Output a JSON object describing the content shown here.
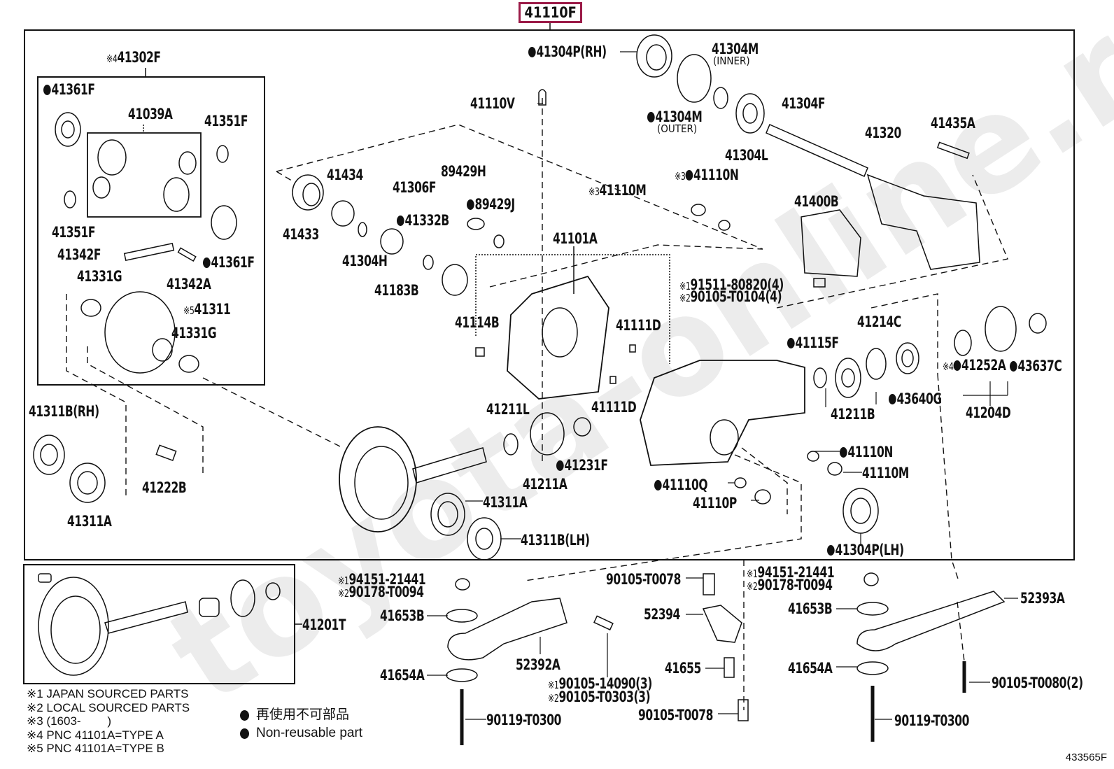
{
  "diagram": {
    "title_part": "41110F",
    "figure_code": "433565F",
    "watermark": "toyota-online.ru"
  },
  "labels": {
    "p41302F": {
      "note": "※4",
      "text": "41302F"
    },
    "p41361F_top": {
      "dot": true,
      "text": "41361F"
    },
    "p41039A": {
      "text": "41039A"
    },
    "p41351F_top": {
      "text": "41351F"
    },
    "p41351F_bot": {
      "text": "41351F"
    },
    "p41342F": {
      "text": "41342F"
    },
    "p41361F_bot": {
      "dot": true,
      "text": "41361F"
    },
    "p41342A": {
      "text": "41342A"
    },
    "p41331G_top": {
      "text": "41331G"
    },
    "p41311": {
      "note": "※5",
      "text": "41311"
    },
    "p41331G_bot": {
      "text": "41331G"
    },
    "p41311B_RH": {
      "text": "41311B(RH)"
    },
    "p41311A_left": {
      "text": "41311A"
    },
    "p41222B": {
      "text": "41222B"
    },
    "p41304P_RH": {
      "dot": true,
      "text": "41304P(RH)"
    },
    "p41304M_inner": {
      "text": "41304M",
      "sub": "(INNER)"
    },
    "p41304M_outer": {
      "dot": true,
      "text": "41304M",
      "sub": "(OUTER)"
    },
    "p41110V": {
      "text": "41110V"
    },
    "p41304F": {
      "text": "41304F"
    },
    "p41304L": {
      "text": "41304L"
    },
    "p41320": {
      "text": "41320"
    },
    "p41435A": {
      "text": "41435A"
    },
    "p41110N_top": {
      "note": "※3",
      "dot": true,
      "text": "41110N"
    },
    "p41110M_top": {
      "note": "※3",
      "text": "41110M"
    },
    "p41400B": {
      "text": "41400B"
    },
    "p41434": {
      "text": "41434"
    },
    "p41433": {
      "text": "41433"
    },
    "p41306F": {
      "text": "41306F"
    },
    "p89429H": {
      "text": "89429H"
    },
    "p89429J": {
      "dot": true,
      "text": "89429J"
    },
    "p41332B": {
      "dot": true,
      "text": "41332B"
    },
    "p41304H": {
      "text": "41304H"
    },
    "p41183B": {
      "text": "41183B"
    },
    "p41101A": {
      "text": "41101A"
    },
    "p91511": {
      "note": "※1",
      "text": "91511-80820(4)"
    },
    "p90105_T0104": {
      "note": "※2",
      "text": "90105-T0104(4)"
    },
    "p41114B": {
      "text": "41114B"
    },
    "p41111D_top": {
      "text": "41111D"
    },
    "p41111D_bot": {
      "text": "41111D"
    },
    "p41214C": {
      "text": "41214C"
    },
    "p41115F": {
      "dot": true,
      "text": "41115F"
    },
    "p41211B": {
      "text": "41211B"
    },
    "p43640G": {
      "dot": true,
      "text": "43640G"
    },
    "p41252A": {
      "note": "※4",
      "dot": true,
      "text": "41252A"
    },
    "p43637C": {
      "dot": true,
      "text": "43637C"
    },
    "p41204D": {
      "text": "41204D"
    },
    "p41211L": {
      "text": "41211L"
    },
    "p41231F": {
      "dot": true,
      "text": "41231F"
    },
    "p41211A": {
      "text": "41211A"
    },
    "p41311A_mid": {
      "text": "41311A"
    },
    "p41311B_LH": {
      "text": "41311B(LH)"
    },
    "p41110N_bot": {
      "dot": true,
      "text": "41110N"
    },
    "p41110M_bot": {
      "text": "41110M"
    },
    "p41110Q": {
      "dot": true,
      "text": "41110Q"
    },
    "p41110P": {
      "text": "41110P"
    },
    "p41304P_LH": {
      "dot": true,
      "text": "41304P(LH)"
    },
    "p41201T": {
      "text": "41201T"
    },
    "p94151_left": {
      "note": "※1",
      "text": "94151-21441"
    },
    "p90178_left": {
      "note": "※2",
      "text": "90178-T0094"
    },
    "p41653B_left": {
      "text": "41653B"
    },
    "p52392A": {
      "text": "52392A"
    },
    "p41654A_left": {
      "text": "41654A"
    },
    "p90105_14090": {
      "note": "※1",
      "text": "90105-14090(3)"
    },
    "p90105_T0303": {
      "note": "※2",
      "text": "90105-T0303(3)"
    },
    "p90119_left": {
      "text": "90119-T0300"
    },
    "p90105_T0078_top": {
      "text": "90105-T0078"
    },
    "p52394": {
      "text": "52394"
    },
    "p41655": {
      "text": "41655"
    },
    "p90105_T0078_bot": {
      "text": "90105-T0078"
    },
    "p94151_right": {
      "note": "※1",
      "text": "94151-21441"
    },
    "p90178_right": {
      "note": "※2",
      "text": "90178-T0094"
    },
    "p41653B_right": {
      "text": "41653B"
    },
    "p52393A": {
      "text": "52393A"
    },
    "p41654A_right": {
      "text": "41654A"
    },
    "p90105_T0080": {
      "text": "90105-T0080(2)"
    },
    "p90119_right": {
      "text": "90119-T0300"
    }
  },
  "legend": {
    "notes": [
      "※1 JAPAN SOURCED PARTS",
      "※2 LOCAL SOURCED PARTS",
      "※3 (1603-        )",
      "※4 PNC 41101A=TYPE A",
      "※5 PNC 41101A=TYPE B"
    ],
    "non_reusable_jp": "再使用不可部品",
    "non_reusable_en": "Non-reusable part"
  }
}
